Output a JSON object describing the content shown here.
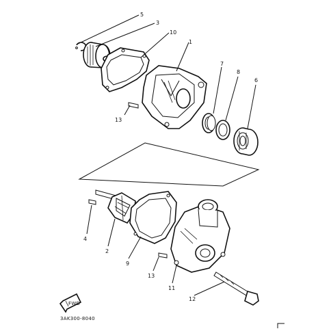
{
  "diagram": {
    "callouts": [
      {
        "id": "c5",
        "text": "5"
      },
      {
        "id": "c3",
        "text": "3"
      },
      {
        "id": "c10",
        "text": "10"
      },
      {
        "id": "c1",
        "text": "1"
      },
      {
        "id": "c7",
        "text": "7"
      },
      {
        "id": "c8",
        "text": "8"
      },
      {
        "id": "c6",
        "text": "6"
      },
      {
        "id": "c13a",
        "text": "13"
      },
      {
        "id": "c4",
        "text": "4"
      },
      {
        "id": "c2",
        "text": "2"
      },
      {
        "id": "c9",
        "text": "9"
      },
      {
        "id": "c13b",
        "text": "13"
      },
      {
        "id": "c11",
        "text": "11"
      },
      {
        "id": "c12",
        "text": "12"
      }
    ],
    "catalog_code": "3AK300-8040",
    "fwd_label": "FWD",
    "icons": [
      "front-arrow-icon",
      "corner-mark-icon"
    ]
  }
}
